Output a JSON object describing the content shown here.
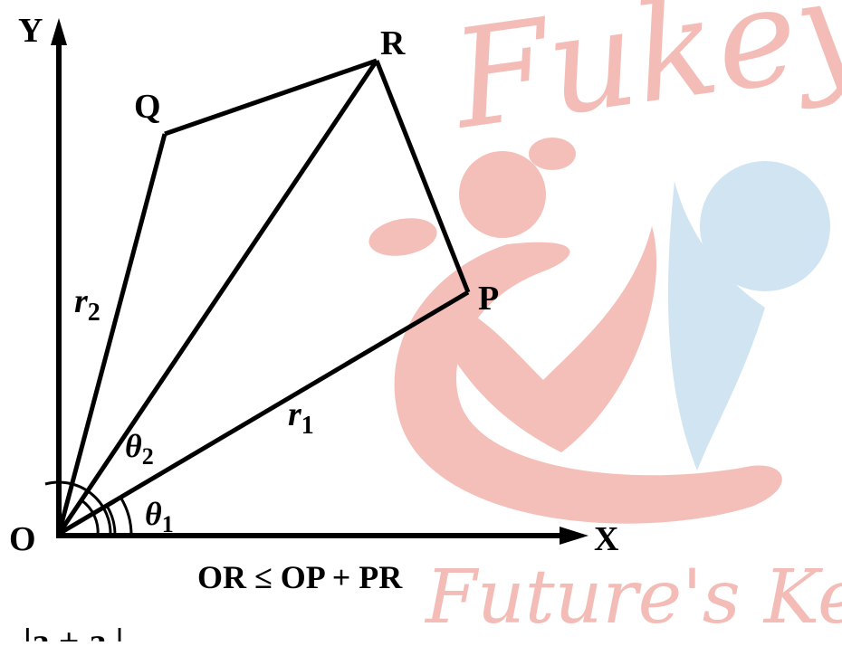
{
  "diagram": {
    "axis_labels": {
      "y": "Y",
      "x": "X",
      "origin": "O"
    },
    "points": {
      "q": "Q",
      "r": "R",
      "p": "P"
    },
    "vector_labels": {
      "r2": {
        "base": "r",
        "sub": "2"
      },
      "r1": {
        "base": "r",
        "sub": "1"
      }
    },
    "angle_labels": {
      "theta2": {
        "base": "θ",
        "sub": "2"
      },
      "theta1": {
        "base": "θ",
        "sub": "1"
      }
    },
    "caption": "OR ≤ OP + PR",
    "partial_bottom_text": ". |a + a |"
  },
  "watermark": {
    "top_text": "Fukey",
    "bottom_text": "Future's Key",
    "colors": {
      "pink": "#f4bcb6",
      "blue": "#cfe3f2"
    }
  }
}
